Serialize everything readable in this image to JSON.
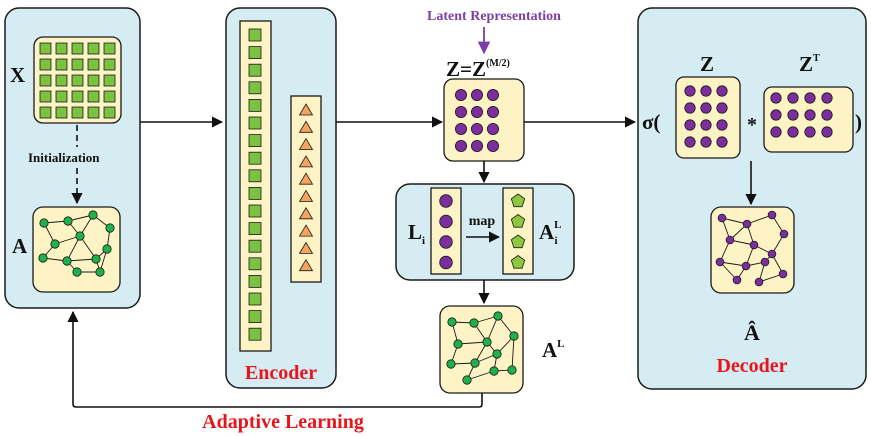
{
  "labels": {
    "x": "X",
    "initialization": "Initialization",
    "a": "A",
    "encoder": "Encoder",
    "latent_title": "Latent Representation",
    "z_eq_lhs": "Z=Z",
    "z_eq_sup": "(M/2)",
    "l_main": "L",
    "l_sub": "i",
    "map": "map",
    "ail_main": "A",
    "ail_sup": "L",
    "ail_sub": "i",
    "al_main": "A",
    "al_sup": "L",
    "adaptive_learning": "Adaptive Learning",
    "sigma_open": "σ(",
    "close_paren": ")",
    "z_label": "Z",
    "zt_main": "Z",
    "zt_sup": "T",
    "mult": "*",
    "a_hat": "Â",
    "decoder": "Decoder"
  },
  "colors": {
    "panel_fill": "#d6ecf3",
    "card_fill": "#fdf3c5",
    "green_node": "#1eb24a",
    "green_square": "#7cc242",
    "orange_triangle": "#f4a460",
    "purple_node": "#7b2f9e",
    "pentagon": "#8dc63f",
    "red_text": "#e8151b",
    "purple_text": "#7b3fa8",
    "stroke": "#1a1a1a"
  },
  "icons": {
    "feature_matrix": "grid-of-squares-icon",
    "graph": "graph-network-icon",
    "node_column": "node-column-icon",
    "pentagon_column": "pentagon-column-icon"
  }
}
